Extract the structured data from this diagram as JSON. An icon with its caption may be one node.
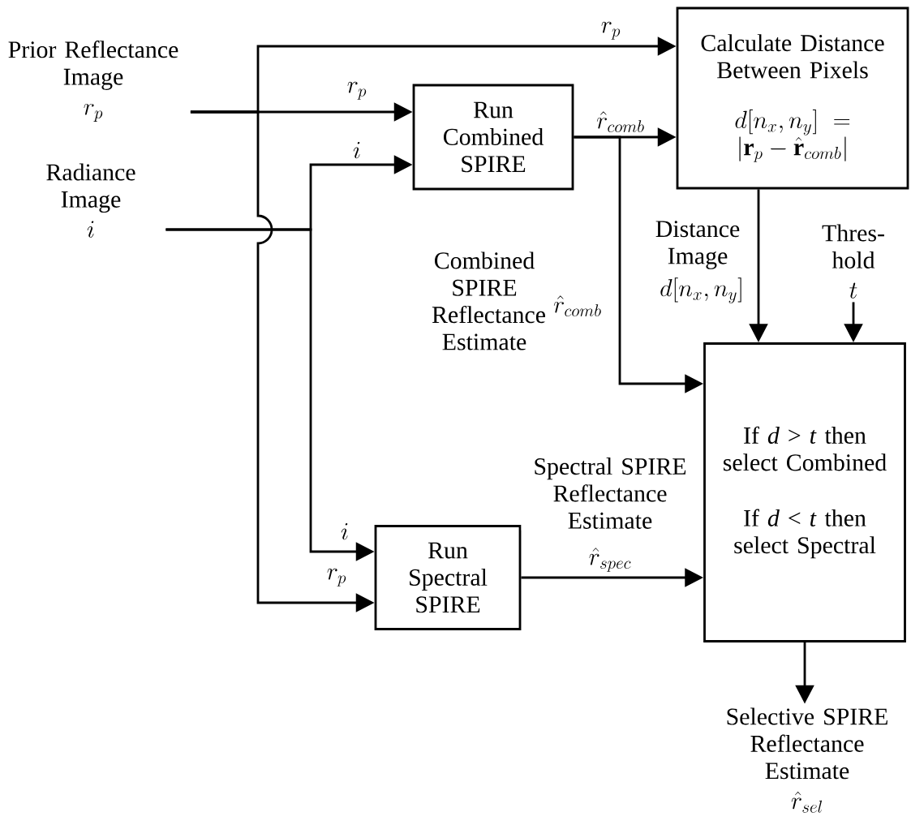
{
  "diagram": {
    "nodes": [
      {
        "text": [
          "Prior Reflectance Image",
          "r_p"
        ]
      },
      {
        "text": [
          "Radiance Image",
          "i"
        ]
      },
      {
        "text": [
          "Run Combined SPIRE"
        ]
      },
      {
        "text": [
          "Calculate Distance Between Pixels",
          "d[n_x, n_y] = \\left|\\mathbf{r}_p - \\hat{\\mathbf{r}}_{comb}\\right|"
        ]
      },
      {
        "text": [
          "If *d* > *t* then select Combined",
          "If *d* < *t* then select Spectral"
        ]
      },
      {
        "text": [
          "Run Spectral SPIRE"
        ]
      },
      {
        "text": [
          "Thres- hold",
          "t"
        ]
      },
      {
        "text": [
          "Selective SPIRE Reflectance Estimate",
          "\\hat{r}_{sel}"
        ]
      }
    ],
    "edges": [
      {
        "from": 0,
        "to": 3,
        "arrow": "to",
        "label": "r_p"
      },
      {
        "from": 0,
        "to": 2,
        "arrow": "to",
        "label": "r_p"
      },
      {
        "from": 1,
        "to": 2,
        "arrow": "to",
        "label": "i"
      },
      {
        "from": 1,
        "to": 5,
        "arrow": "to",
        "label": "i"
      },
      {
        "from": 0,
        "to": 5,
        "arrow": "to",
        "label": "r_p"
      },
      {
        "from": 2,
        "to": 3,
        "arrow": "to",
        "label": "\\hat{r}_{comb}"
      },
      {
        "from": 2,
        "to": 4,
        "arrow": "to",
        "label": "Combined SPIRE Reflectance Estimate"
      },
      {
        "from": 3,
        "to": 4,
        "arrow": "to",
        "label": "Distance Image"
      },
      {
        "from": 6,
        "to": 4,
        "arrow": "to"
      },
      {
        "from": 5,
        "to": 4,
        "arrow": "to",
        "label": "Spectral SPIRE Reflectance Estimate"
      },
      {
        "from": 4,
        "to": 7,
        "arrow": "to"
      }
    ],
    "labels": [
      "\\hat{r}_{comb}",
      "d[n_x, n_y]",
      "\\hat{r}_{spec}"
    ]
  }
}
